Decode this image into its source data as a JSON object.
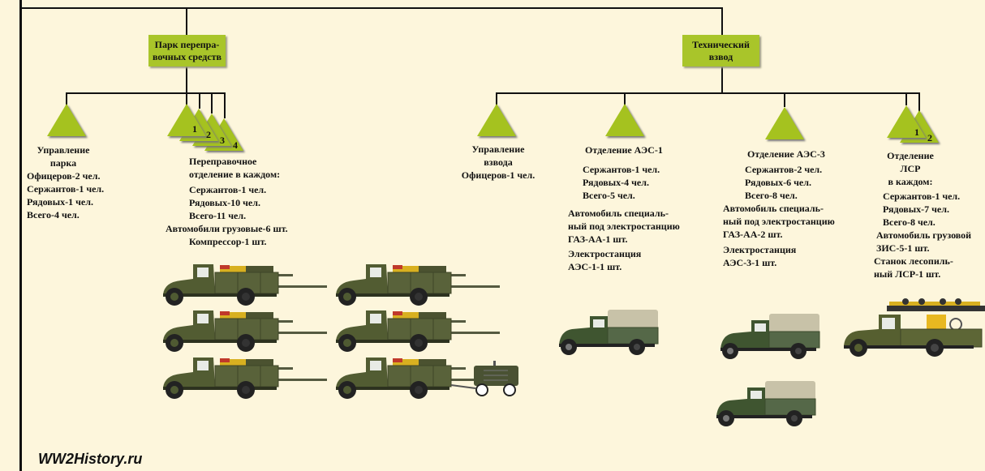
{
  "colors": {
    "background": "#fdf6dc",
    "unit_box": "#a9c52a",
    "triangle": "#a5c21f",
    "truck": "#4f5a32"
  },
  "park": {
    "title": "Парк переправочных средств",
    "title_lines": [
      "Парк перепра-",
      "вочных средств"
    ],
    "management": {
      "lines": [
        "Управление",
        "парка",
        "Офицеров-2 чел.",
        "Сержантов-1 чел.",
        "Рядовых-1 чел.",
        "Всего-4 чел."
      ]
    },
    "squads": {
      "numbers": [
        "1",
        "2",
        "3",
        "4"
      ],
      "lines": [
        "Переправочное",
        "отделение в каждом:",
        "Сержантов-1 чел.",
        "Рядовых-10 чел.",
        "Всего-11 чел.",
        "Автомобили грузовые-6 шт.",
        "Компрессор-1 шт."
      ]
    }
  },
  "tech": {
    "title_lines": [
      "Технический",
      "взвод"
    ],
    "management": {
      "lines": [
        "Управление",
        "взвода",
        "Офицеров-1 чел."
      ]
    },
    "aes1": {
      "lines": [
        "Отделение АЭС-1",
        "Сержантов-1 чел.",
        "Рядовых-4 чел.",
        "Всего-5 чел.",
        "Автомобиль специаль-",
        "ный под электростанцию",
        "ГАЗ-АА-1 шт.",
        "Электростанция",
        "АЭС-1-1 шт."
      ]
    },
    "aes3": {
      "lines": [
        "Отделение АЭС-3",
        "Сержантов-2 чел.",
        "Рядовых-6 чел.",
        "Всего-8 чел.",
        "Автомобиль специаль-",
        "ный под электростанцию",
        "ГАЗ-АА-2 шт.",
        "Электростанция",
        "АЭС-3-1 шт."
      ]
    },
    "lsr": {
      "numbers": [
        "1",
        "2"
      ],
      "lines": [
        "Отделение",
        "ЛСР",
        "в каждом:",
        "Сержантов-1 чел.",
        "Рядовых-7 чел.",
        "Всего-8 чел.",
        "Автомобиль грузовой",
        "ЗИС-5-1 шт.",
        "Станок лесопиль-",
        "ный ЛСР-1 шт."
      ]
    }
  },
  "watermark": "WW2History.ru"
}
